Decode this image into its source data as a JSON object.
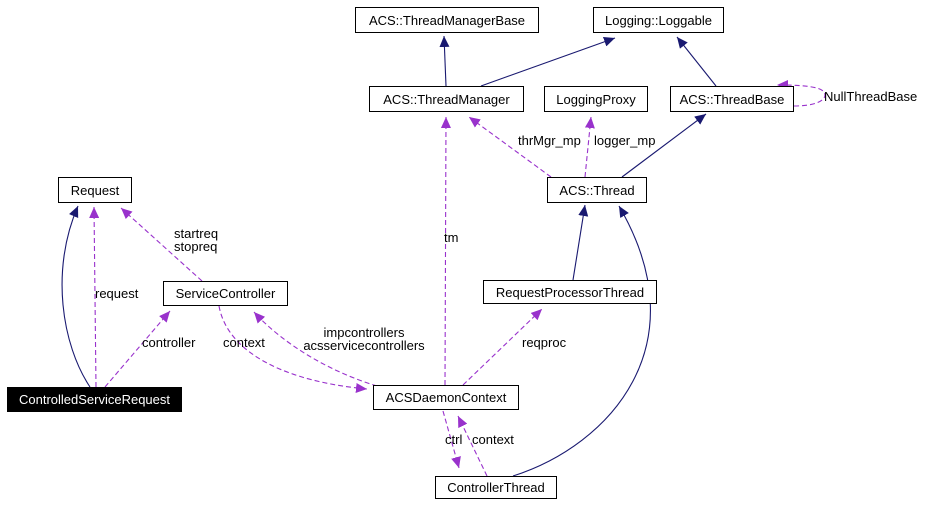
{
  "diagram": {
    "nodes": {
      "thread_manager_base": {
        "label": "ACS::ThreadManagerBase"
      },
      "loggable": {
        "label": "Logging::Loggable"
      },
      "thread_manager": {
        "label": "ACS::ThreadManager"
      },
      "logging_proxy": {
        "label": "LoggingProxy"
      },
      "thread_base": {
        "label": "ACS::ThreadBase"
      },
      "thread": {
        "label": "ACS::Thread"
      },
      "request": {
        "label": "Request"
      },
      "service_controller": {
        "label": "ServiceController"
      },
      "request_processor_thread": {
        "label": "RequestProcessorThread"
      },
      "controlled_service_request": {
        "label": "ControlledServiceRequest"
      },
      "acs_daemon_context": {
        "label": "ACSDaemonContext"
      },
      "controller_thread": {
        "label": "ControllerThread"
      }
    },
    "edge_labels": {
      "request": "request",
      "startreq": "startreq",
      "stopreq": "stopreq",
      "controller": "controller",
      "context_service": "context",
      "impcontrollers": "impcontrollers",
      "acsservicecontrollers": "acsservicecontrollers",
      "tm": "tm",
      "thrmgr_mp": "thrMgr_mp",
      "logger_mp": "logger_mp",
      "reqproc": "reqproc",
      "ctrl": "ctrl",
      "context_thread": "context",
      "null_thread_base": "NullThreadBase"
    },
    "colors": {
      "inheritance_edge": "#191970",
      "usage_edge": "#9932cc",
      "node_border": "#000000",
      "node_background": "#ffffff",
      "highlight_background": "#000000",
      "highlight_text": "#ffffff",
      "canvas_background": "#ffffff"
    }
  }
}
